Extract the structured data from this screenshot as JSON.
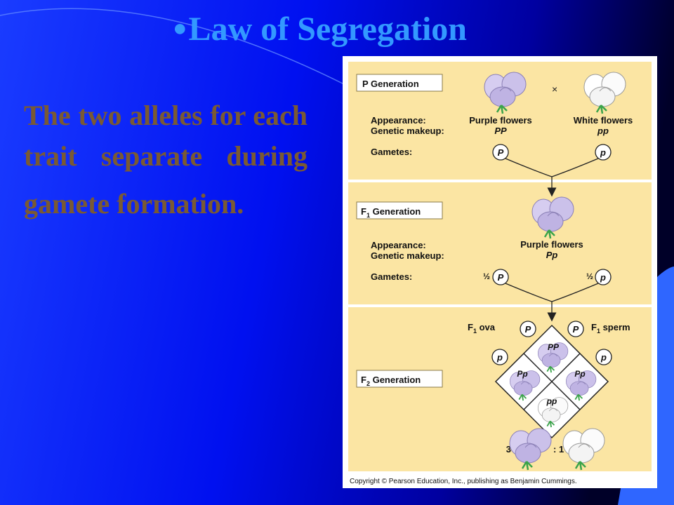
{
  "slide": {
    "title": "Law of Segregation",
    "body_part1": "The two alleles for each trait separate during",
    "body_part2": "gamete formation.",
    "colors": {
      "background": "#0000ee",
      "title": "#3399ff",
      "body_text": "#7a5a33",
      "panel": "#fbe5a3"
    }
  },
  "figure": {
    "p_generation": {
      "label": "P Generation",
      "cross_symbol": "×",
      "appearance_label": "Appearance:",
      "makeup_label": "Genetic makeup:",
      "gametes_label": "Gametes:",
      "left_appearance": "Purple flowers",
      "left_genotype": "PP",
      "right_appearance": "White flowers",
      "right_genotype": "pp",
      "left_gamete": "P",
      "right_gamete": "p"
    },
    "f1_generation": {
      "label_main": "F",
      "label_sub": "1",
      "label_rest": " Generation",
      "appearance_label": "Appearance:",
      "makeup_label": "Genetic makeup:",
      "gametes_label": "Gametes:",
      "appearance": "Purple flowers",
      "genotype": "Pp",
      "left_fraction": "½",
      "right_fraction": "½",
      "left_gamete": "P",
      "right_gamete": "p"
    },
    "f2_generation": {
      "label_main": "F",
      "label_sub": "2",
      "label_rest": " Generation",
      "ova_main": "F",
      "ova_sub": "1",
      "ova_rest": " ova",
      "sperm_main": "F",
      "sperm_sub": "1",
      "sperm_rest": " sperm",
      "ova_alleles": [
        "P",
        "p"
      ],
      "sperm_alleles": [
        "P",
        "p"
      ],
      "cells": [
        "PP",
        "Pp",
        "Pp",
        "pp"
      ],
      "ratio_left": "3",
      "ratio_right": ": 1"
    },
    "copyright": "Copyright © Pearson Education, Inc., publishing as Benjamin Cummings."
  }
}
